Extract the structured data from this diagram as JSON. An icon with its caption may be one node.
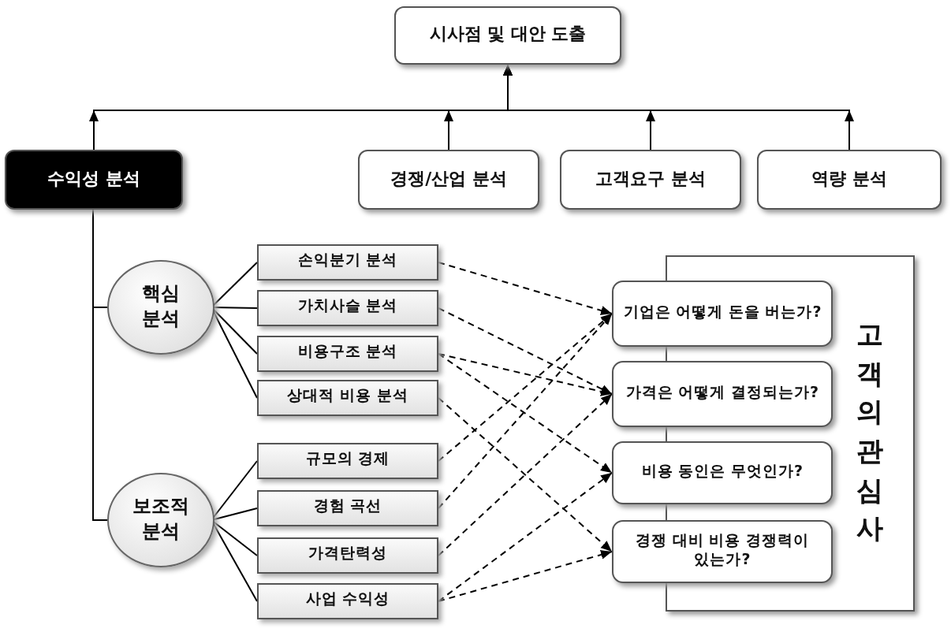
{
  "diagram": {
    "nodes": [
      {
        "text": [
          "시사점 및 대안 도출"
        ]
      },
      {
        "text": [
          "수익성 분석"
        ]
      },
      {
        "text": [
          "경쟁/산업 분석"
        ]
      },
      {
        "text": [
          "고객요구 분석"
        ]
      },
      {
        "text": [
          "역량 분석"
        ]
      },
      {
        "text": [
          "핵심 분석"
        ]
      },
      {
        "text": [
          "보조적 분석"
        ]
      },
      {
        "text": [
          "손익분기 분석"
        ]
      },
      {
        "text": [
          "가치사슬 분석"
        ]
      },
      {
        "text": [
          "비용구조 분석"
        ]
      },
      {
        "text": [
          "상대적 비용 분석"
        ]
      },
      {
        "text": [
          "규모의 경제"
        ]
      },
      {
        "text": [
          "경험 곡선"
        ]
      },
      {
        "text": [
          "가격탄력성"
        ]
      },
      {
        "text": [
          "사업 수익성"
        ]
      },
      {
        "text": [
          "고객의관심사"
        ]
      },
      {
        "text": [
          "기업은 어떻게 돈을 버는가?"
        ]
      },
      {
        "text": [
          "가격은 어떻게 결정되는가?"
        ]
      },
      {
        "text": [
          "비용 동인은 무엇인가?"
        ]
      },
      {
        "text": [
          "경쟁 대비 비용 경쟁력이 있는가?"
        ]
      }
    ],
    "edges": [
      {
        "from": 1,
        "to": 0,
        "arrow": "to"
      },
      {
        "from": 2,
        "to": 0,
        "arrow": "to"
      },
      {
        "from": 3,
        "to": 0,
        "arrow": "to"
      },
      {
        "from": 4,
        "to": 0,
        "arrow": "to"
      },
      {
        "from": 1,
        "to": 5,
        "arrow": "none"
      },
      {
        "from": 1,
        "to": 6,
        "arrow": "none"
      },
      {
        "from": 5,
        "to": 7,
        "arrow": "none"
      },
      {
        "from": 5,
        "to": 8,
        "arrow": "none"
      },
      {
        "from": 5,
        "to": 9,
        "arrow": "none"
      },
      {
        "from": 5,
        "to": 10,
        "arrow": "none"
      },
      {
        "from": 6,
        "to": 11,
        "arrow": "none"
      },
      {
        "from": 6,
        "to": 12,
        "arrow": "none"
      },
      {
        "from": 6,
        "to": 13,
        "arrow": "none"
      },
      {
        "from": 6,
        "to": 14,
        "arrow": "none"
      },
      {
        "from": 7,
        "to": 16,
        "arrow": "to",
        "style": "dashed"
      },
      {
        "from": 8,
        "to": 17,
        "arrow": "to",
        "style": "dashed"
      },
      {
        "from": 9,
        "to": 17,
        "arrow": "to",
        "style": "dashed"
      },
      {
        "from": 9,
        "to": 18,
        "arrow": "to",
        "style": "dashed"
      },
      {
        "from": 10,
        "to": 19,
        "arrow": "to",
        "style": "dashed"
      },
      {
        "from": 11,
        "to": 16,
        "arrow": "to",
        "style": "dashed"
      },
      {
        "from": 12,
        "to": 16,
        "arrow": "to",
        "style": "dashed"
      },
      {
        "from": 13,
        "to": 17,
        "arrow": "to",
        "style": "dashed"
      },
      {
        "from": 14,
        "to": 18,
        "arrow": "to",
        "style": "dashed"
      },
      {
        "from": 14,
        "to": 19,
        "arrow": "to",
        "style": "dashed"
      }
    ]
  }
}
